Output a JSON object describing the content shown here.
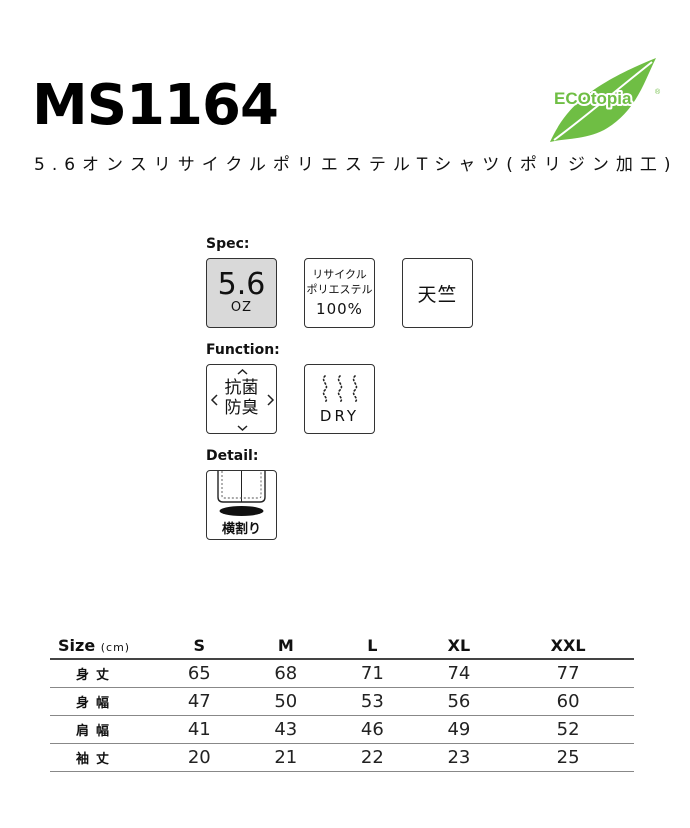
{
  "header": {
    "model": "MS1164",
    "subtitle": "5.6オンスリサイクルポリエステルTシャツ(ポリジン加工)",
    "logo_text": "ECOtopia",
    "logo_mark": "®",
    "logo_color": "#6fbe44"
  },
  "spec": {
    "label": "Spec:",
    "weight_value": "5.6",
    "weight_unit": "OZ",
    "material_line1": "リサイクル",
    "material_line2": "ポリエステル",
    "material_pct": "100%",
    "fabric": "天竺"
  },
  "function": {
    "label": "Function:",
    "anti_line1": "抗菌",
    "anti_line2": "防臭",
    "dry_label": "DRY"
  },
  "detail": {
    "label": "Detail:",
    "slit_label": "横割り"
  },
  "size_table": {
    "title": "Size",
    "unit": "(cm)",
    "columns": [
      "S",
      "M",
      "L",
      "XL",
      "XXL"
    ],
    "rows": [
      {
        "label": "身丈",
        "values": [
          "65",
          "68",
          "71",
          "74",
          "77"
        ]
      },
      {
        "label": "身幅",
        "values": [
          "47",
          "50",
          "53",
          "56",
          "60"
        ]
      },
      {
        "label": "肩幅",
        "values": [
          "41",
          "43",
          "46",
          "49",
          "52"
        ]
      },
      {
        "label": "袖丈",
        "values": [
          "20",
          "21",
          "22",
          "23",
          "25"
        ]
      }
    ]
  }
}
